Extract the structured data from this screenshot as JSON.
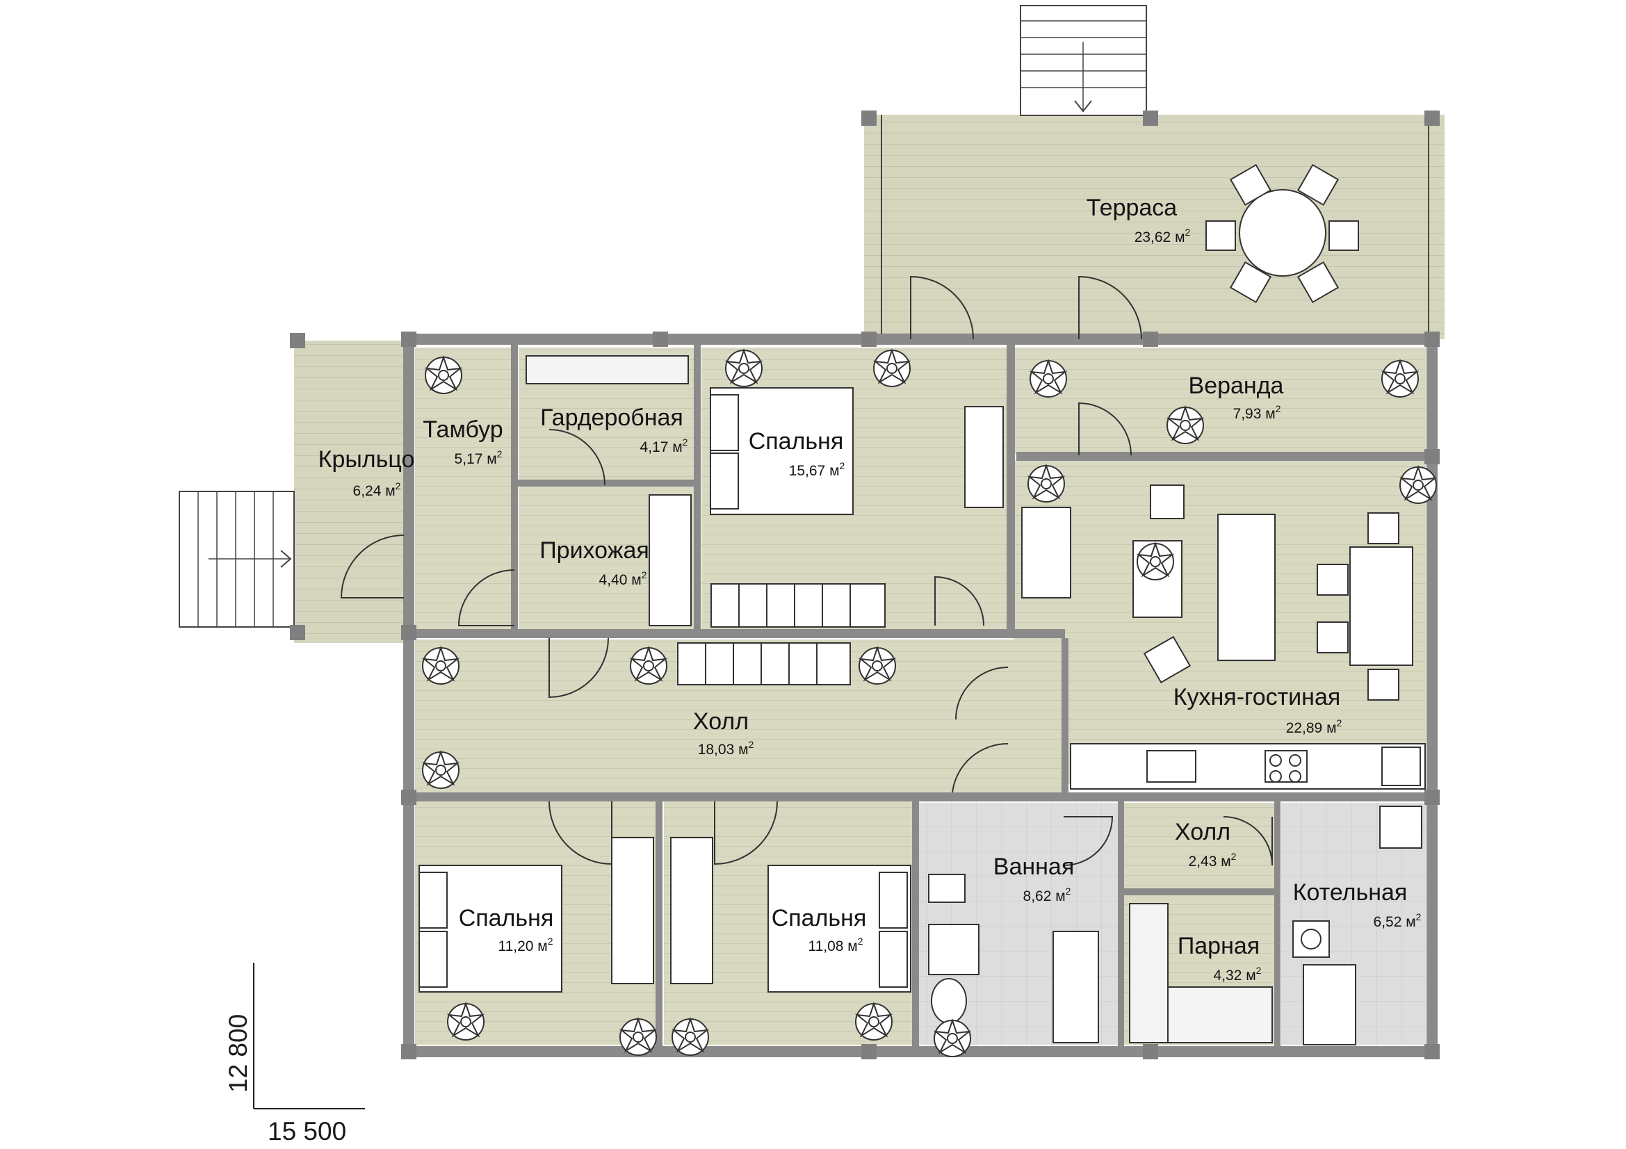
{
  "rooms": {
    "terrace": {
      "name": "Терраса",
      "area": "23,62 м"
    },
    "porch": {
      "name": "Крыльцо",
      "area": "6,24 м"
    },
    "vestibule": {
      "name": "Тамбур",
      "area": "5,17 м"
    },
    "wardrobe": {
      "name": "Гардеробная",
      "area": "4,17 м"
    },
    "bedroom1": {
      "name": "Спальня",
      "area": "15,67 м"
    },
    "veranda": {
      "name": "Веранда",
      "area": "7,93 м"
    },
    "entry": {
      "name": "Прихожая",
      "area": "4,40 м"
    },
    "hall": {
      "name": "Холл",
      "area": "18,03 м"
    },
    "kitchen": {
      "name": "Кухня-гостиная",
      "area": "22,89 м"
    },
    "bedroom2": {
      "name": "Спальня",
      "area": "11,20 м"
    },
    "bedroom3": {
      "name": "Спальня",
      "area": "11,08 м"
    },
    "bathroom": {
      "name": "Ванная",
      "area": "8,62 м"
    },
    "hall_small": {
      "name": "Холл",
      "area": "2,43 м"
    },
    "sauna": {
      "name": "Парная",
      "area": "4,32 м"
    },
    "boiler": {
      "name": "Котельная",
      "area": "6,52 м"
    }
  },
  "area_unit_exponent": "2",
  "dimensions": {
    "height": "12 800",
    "width": "15 500"
  },
  "colors": {
    "room_fill": "#d9d8c1",
    "outdoor_fill": "#d7d6bf",
    "tile_fill": "#dcdcdc",
    "wall": "#8a8a8a",
    "line": "#2a2a2a"
  }
}
